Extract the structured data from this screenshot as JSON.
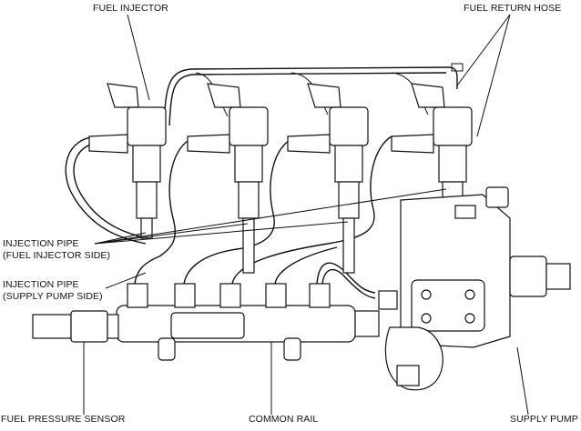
{
  "labels": {
    "fuel_injector": "FUEL INJECTOR",
    "fuel_return_hose": "FUEL RETURN HOSE",
    "injection_pipe_injector_line1": "INJECTION PIPE",
    "injection_pipe_injector_line2": "(FUEL INJECTOR SIDE)",
    "injection_pipe_pump_line1": "INJECTION PIPE",
    "injection_pipe_pump_line2": "(SUPPLY PUMP SIDE)",
    "fuel_pressure_sensor": "FUEL PRESSURE SENSOR",
    "common_rail": "COMMON RAIL",
    "supply_pump": "SUPPLY PUMP"
  },
  "colors": {
    "line": "#111111",
    "background": "#ffffff"
  }
}
